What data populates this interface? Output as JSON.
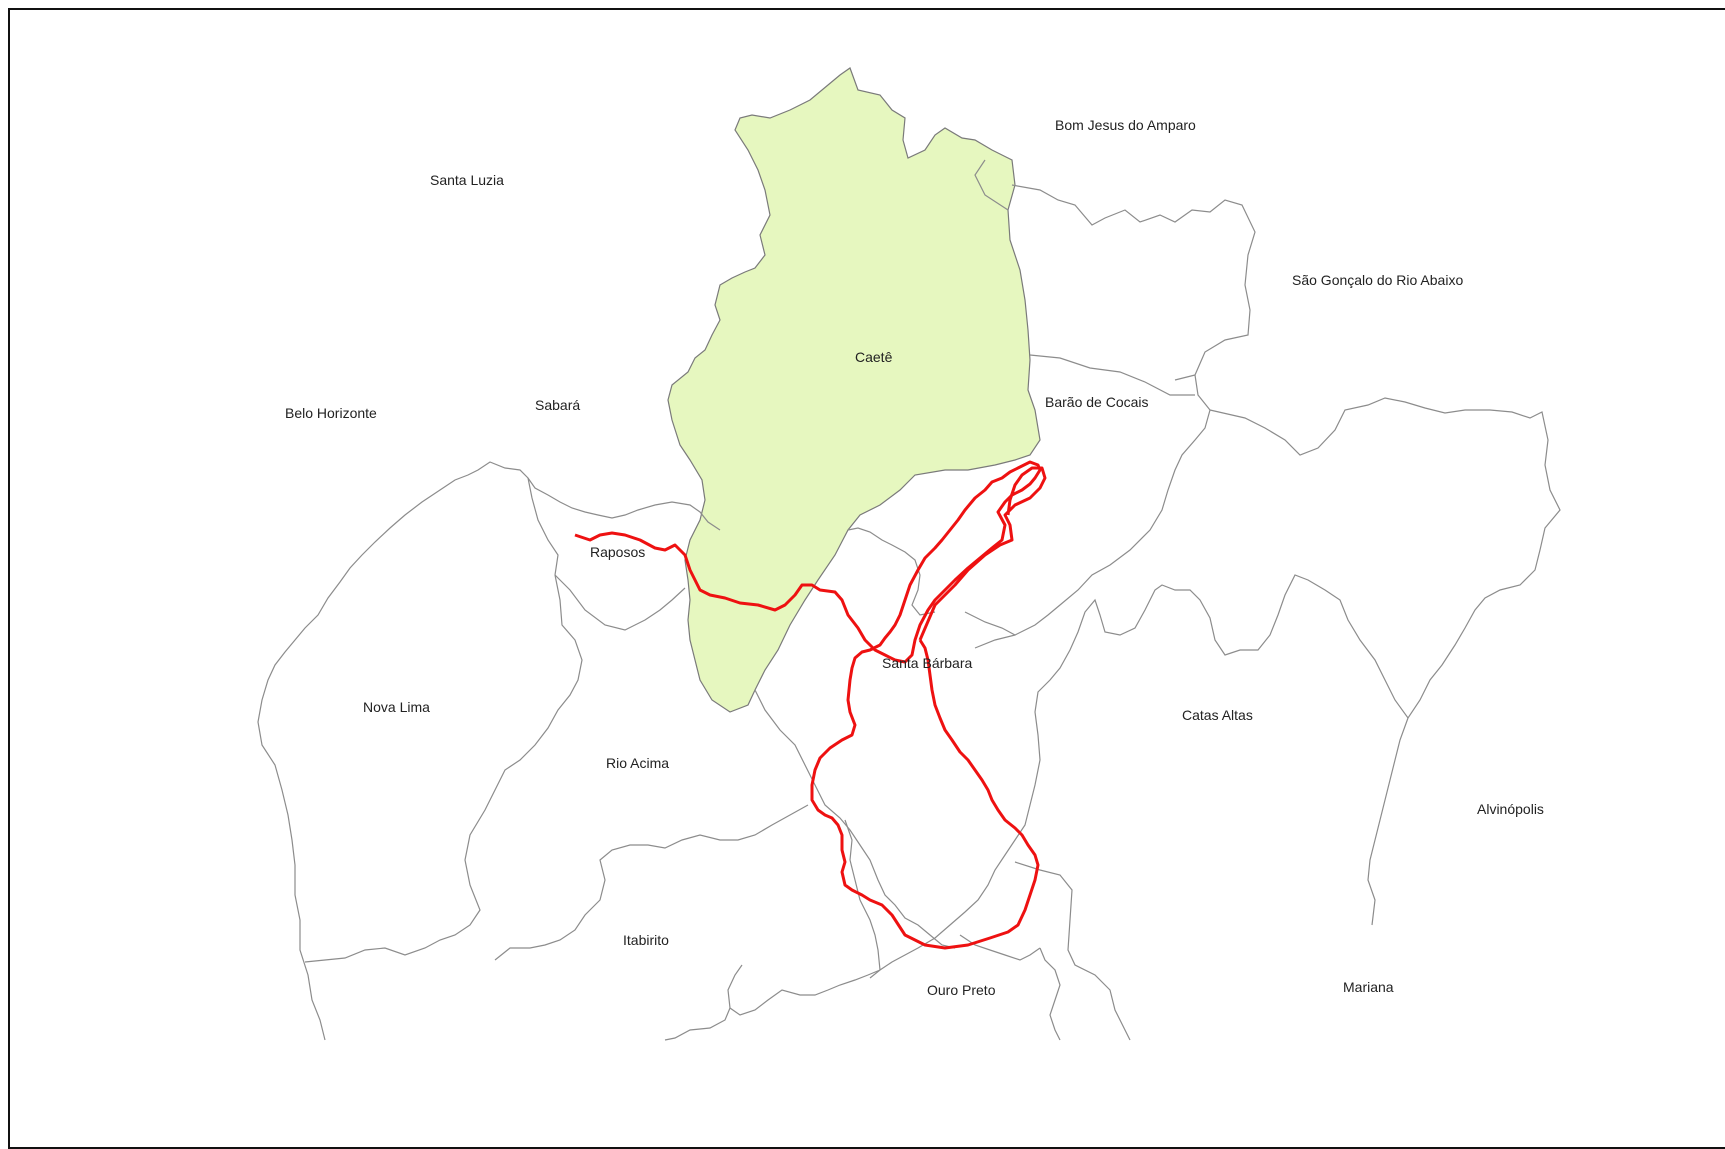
{
  "map": {
    "highlight_color": "#e6f7bf",
    "route_color": "#ee1111",
    "border_color": "#8c8c8c",
    "labels": {
      "bom_jesus_do_amparo": "Bom Jesus do Amparo",
      "santa_luzia": "Santa Luzia",
      "sao_goncalo_do_rio_abaixo": "São Gonçalo do Rio Abaixo",
      "caete": "Caetê",
      "belo_horizonte": "Belo Horizonte",
      "sabara": "Sabará",
      "barao_de_cocais": "Barão de Cocais",
      "raposos": "Raposos",
      "santa_barbara": "Santa Bárbara",
      "nova_lima": "Nova Lima",
      "catas_altas": "Catas Altas",
      "rio_acima": "Rio Acima",
      "alvinopolis": "Alvinópolis",
      "itabirito": "Itabirito",
      "ouro_preto": "Ouro Preto",
      "mariana": "Mariana"
    }
  }
}
